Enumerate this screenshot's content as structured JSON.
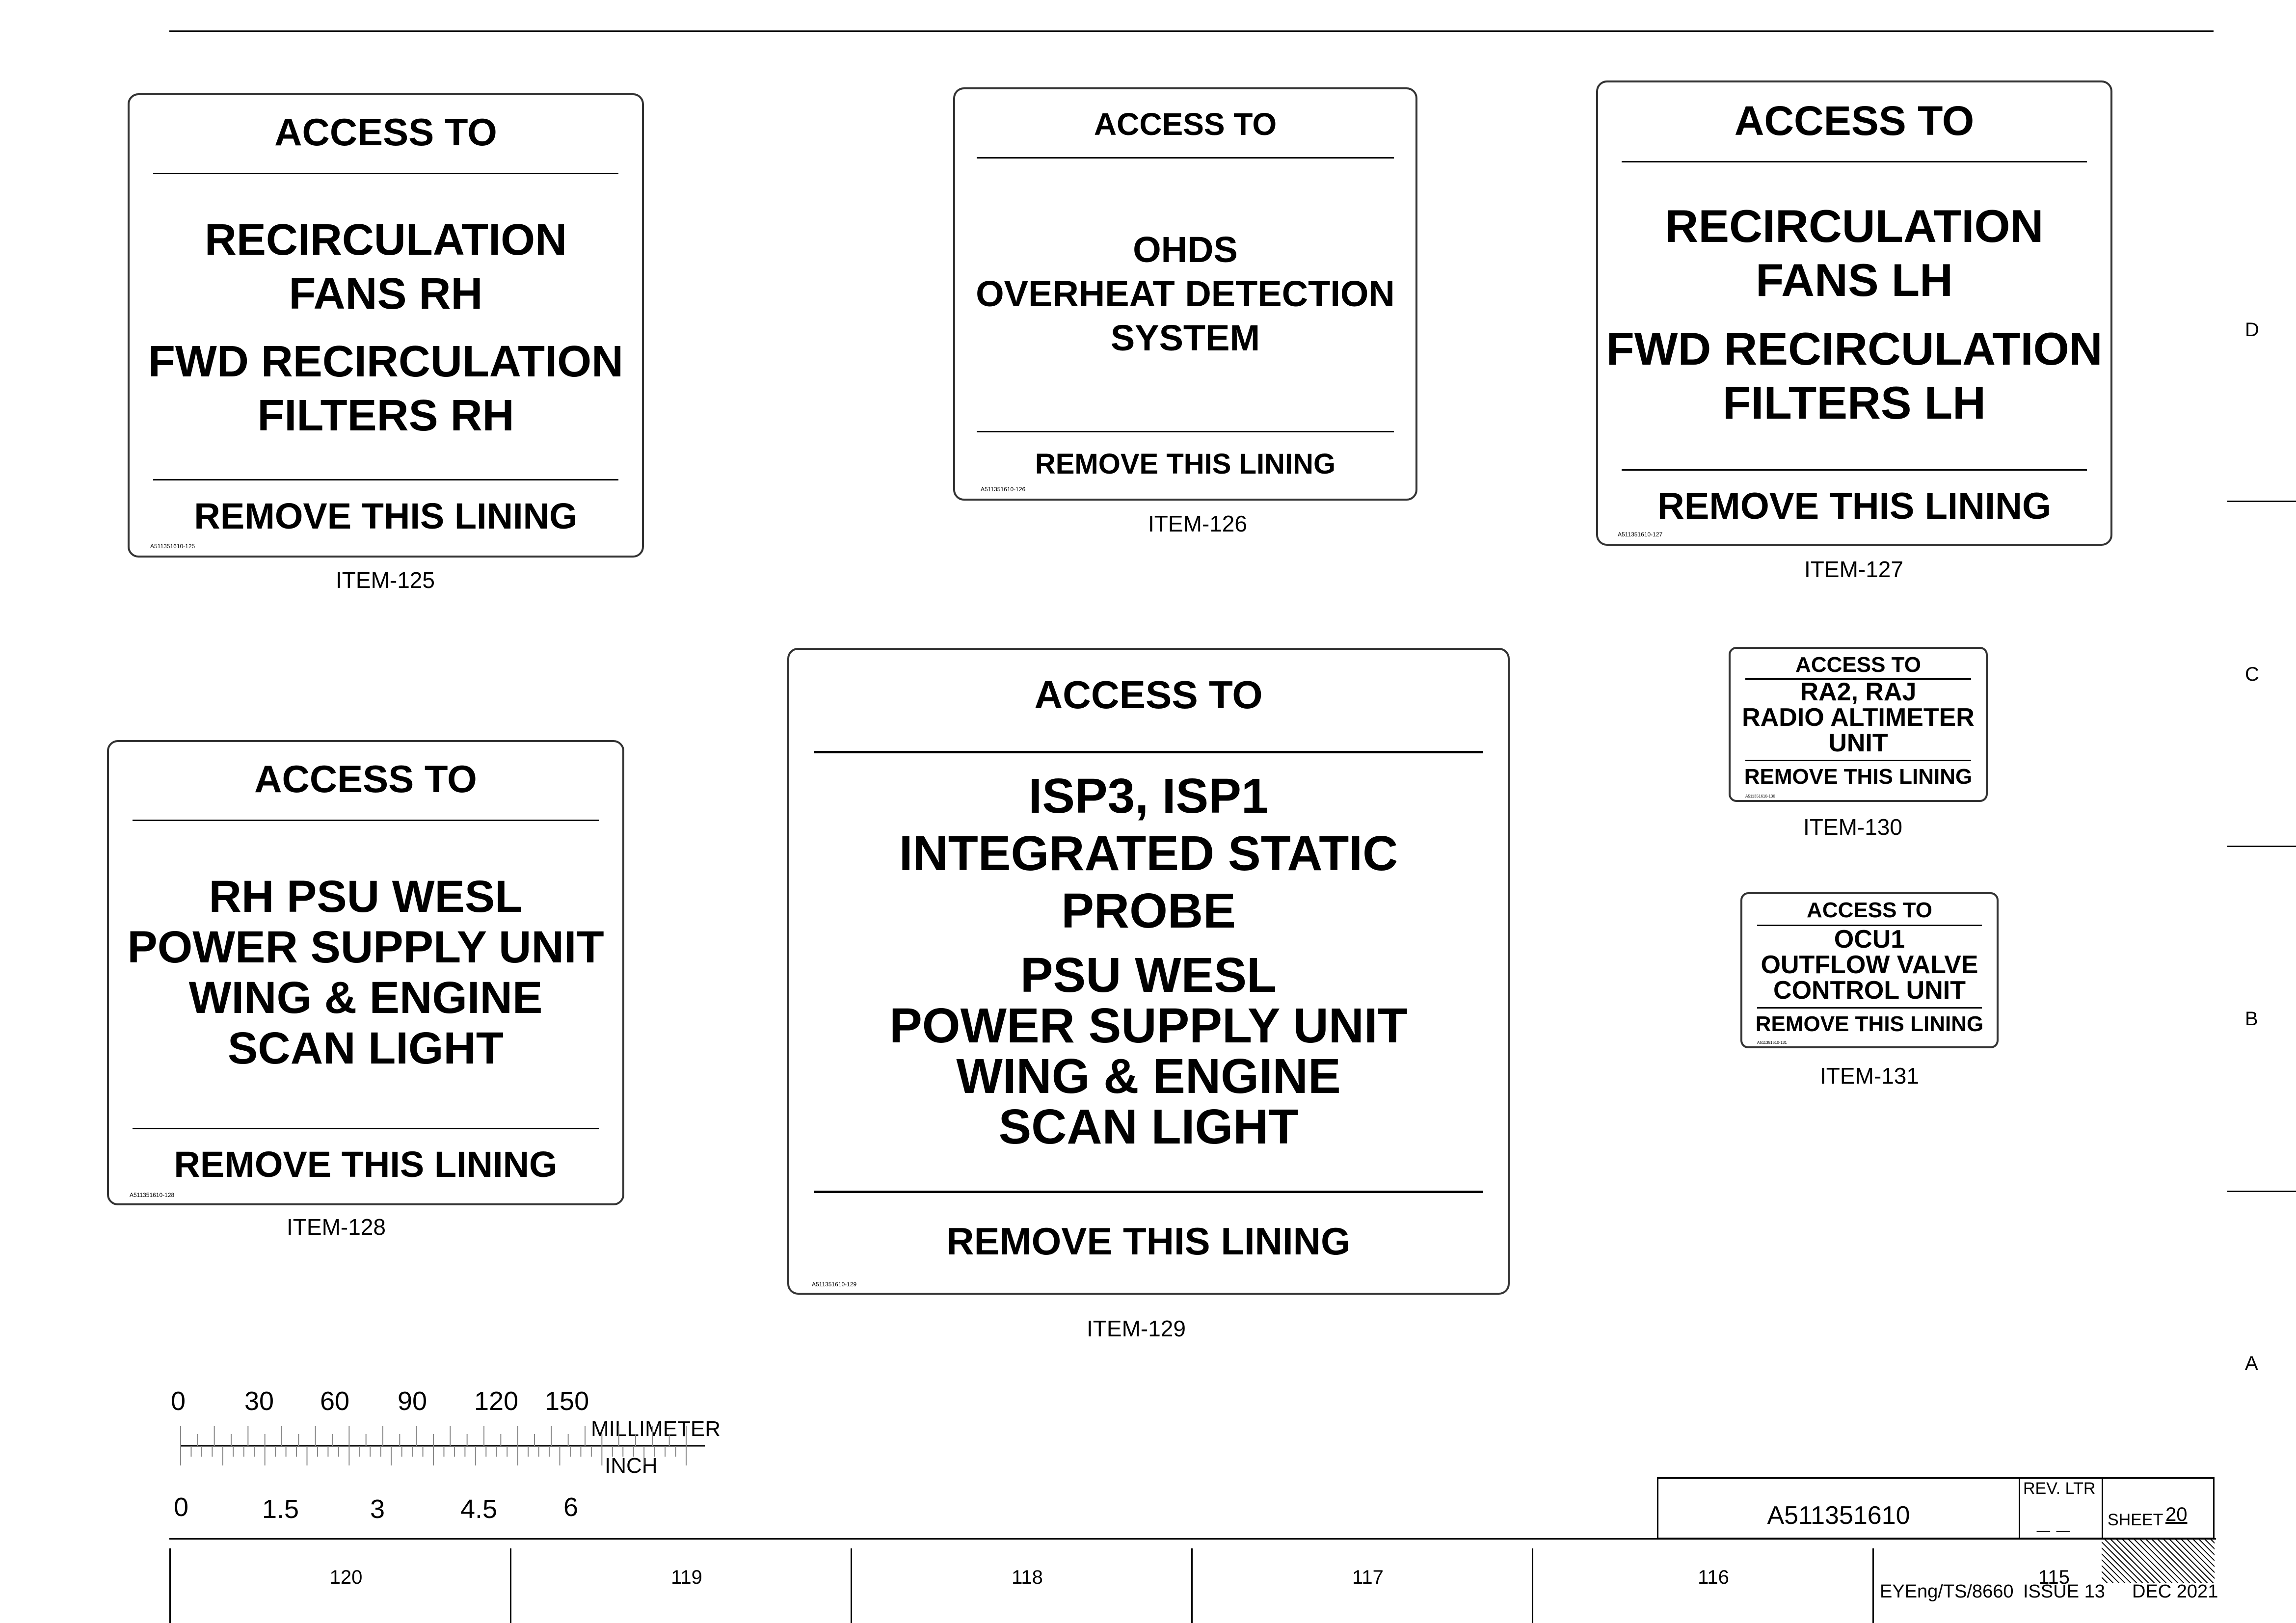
{
  "placards": [
    {
      "id": "item-125",
      "header": "ACCESS TO",
      "body1": "RECIRCULATION\nFANS RH",
      "body2": "FWD RECIRCULATION\nFILTERS RH",
      "footer": "REMOVE THIS LINING",
      "code": "A511351610-125",
      "caption": "ITEM-125"
    },
    {
      "id": "item-126",
      "header": "ACCESS TO",
      "body1": "OHDS\nOVERHEAT DETECTION\nSYSTEM",
      "footer": "REMOVE THIS LINING",
      "code": "A511351610-126",
      "caption": "ITEM-126"
    },
    {
      "id": "item-127",
      "header": "ACCESS TO",
      "body1": "RECIRCULATION\nFANS LH",
      "body2": "FWD RECIRCULATION\nFILTERS LH",
      "footer": "REMOVE THIS LINING",
      "code": "A511351610-127",
      "caption": "ITEM-127"
    },
    {
      "id": "item-128",
      "header": "ACCESS TO",
      "body1": "RH PSU WESL\nPOWER SUPPLY UNIT\nWING & ENGINE\nSCAN LIGHT",
      "footer": "REMOVE THIS LINING",
      "code": "A511351610-128",
      "caption": "ITEM-128"
    },
    {
      "id": "item-129",
      "header": "ACCESS TO",
      "body1": "ISP3, ISP1\nINTEGRATED STATIC\nPROBE",
      "body2": "PSU WESL\nPOWER SUPPLY UNIT\nWING & ENGINE\nSCAN LIGHT",
      "footer": "REMOVE THIS LINING",
      "code": "A511351610-129",
      "caption": "ITEM-129"
    },
    {
      "id": "item-130",
      "header": "ACCESS TO",
      "body1": "RA2, RAJ\nRADIO ALTIMETER\nUNIT",
      "footer": "REMOVE THIS LINING",
      "code": "A511351610-130",
      "caption": "ITEM-130"
    },
    {
      "id": "item-131",
      "header": "ACCESS TO",
      "body1": "OCU1\nOUTFLOW VALVE\nCONTROL UNIT",
      "footer": "REMOVE THIS LINING",
      "code": "A511351610-131",
      "caption": "ITEM-131"
    }
  ],
  "zones": [
    "D",
    "C",
    "B",
    "A"
  ],
  "scale": {
    "mm_labels": [
      "0",
      "30",
      "60",
      "90",
      "120",
      "150"
    ],
    "inch_labels": [
      "0",
      "1.5",
      "3",
      "4.5",
      "6"
    ],
    "mm_unit": "MILLIMETER",
    "inch_unit": "INCH"
  },
  "title_block": {
    "drawing_number": "A511351610",
    "rev_label": "REV. LTR",
    "rev_value": "_ _",
    "sheet_label": "SHEET",
    "sheet_value": "20",
    "doc_ref": "EYEng/TS/8660",
    "issue": "ISSUE 13",
    "date": "DEC 2021"
  },
  "bottom_numbers": [
    "120",
    "119",
    "118",
    "117",
    "116",
    "115"
  ]
}
